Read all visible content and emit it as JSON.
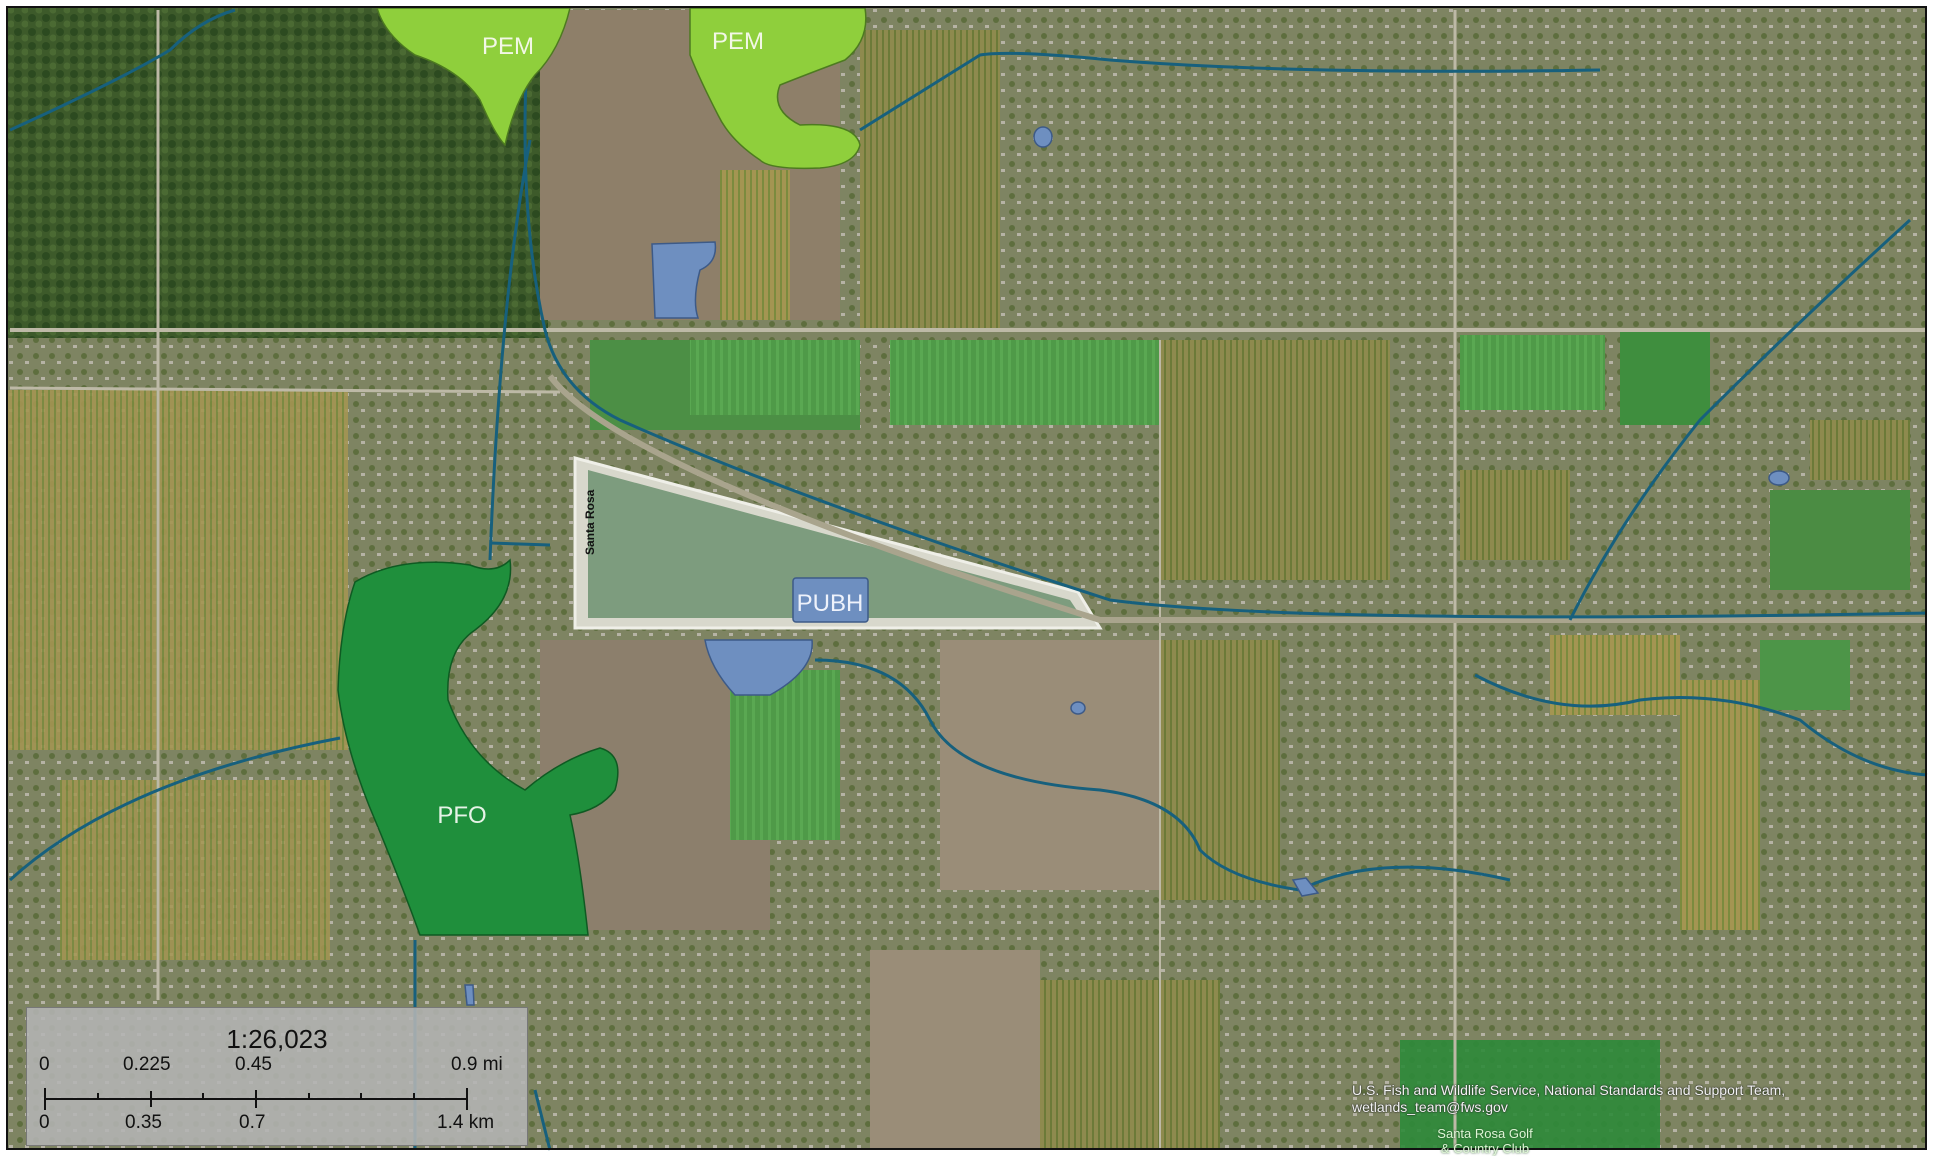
{
  "map": {
    "wetland_labels": [
      "PEM",
      "PEM",
      "PUBH",
      "PFO"
    ],
    "road_label": "Santa Rosa",
    "place_label_lines": [
      "Santa Rosa Golf",
      "& Country Club"
    ],
    "colors": {
      "PEM": "#8fcf3c",
      "PFO": "#1f8f3c",
      "PUBH": "#6e8fc0",
      "waterway": "#17607d",
      "background": "#6f7a4f"
    }
  },
  "scale_bar": {
    "ratio": "1:26,023",
    "miles_ticks": [
      "0",
      "0.225",
      "0.45",
      "0.9 mi"
    ],
    "km_ticks": [
      "0",
      "0.35",
      "0.7",
      "1.4 km"
    ]
  },
  "credit": {
    "line1": "U.S. Fish and Wildlife Service, National Standards and Support Team,",
    "line2": "wetlands_team@fws.gov"
  }
}
